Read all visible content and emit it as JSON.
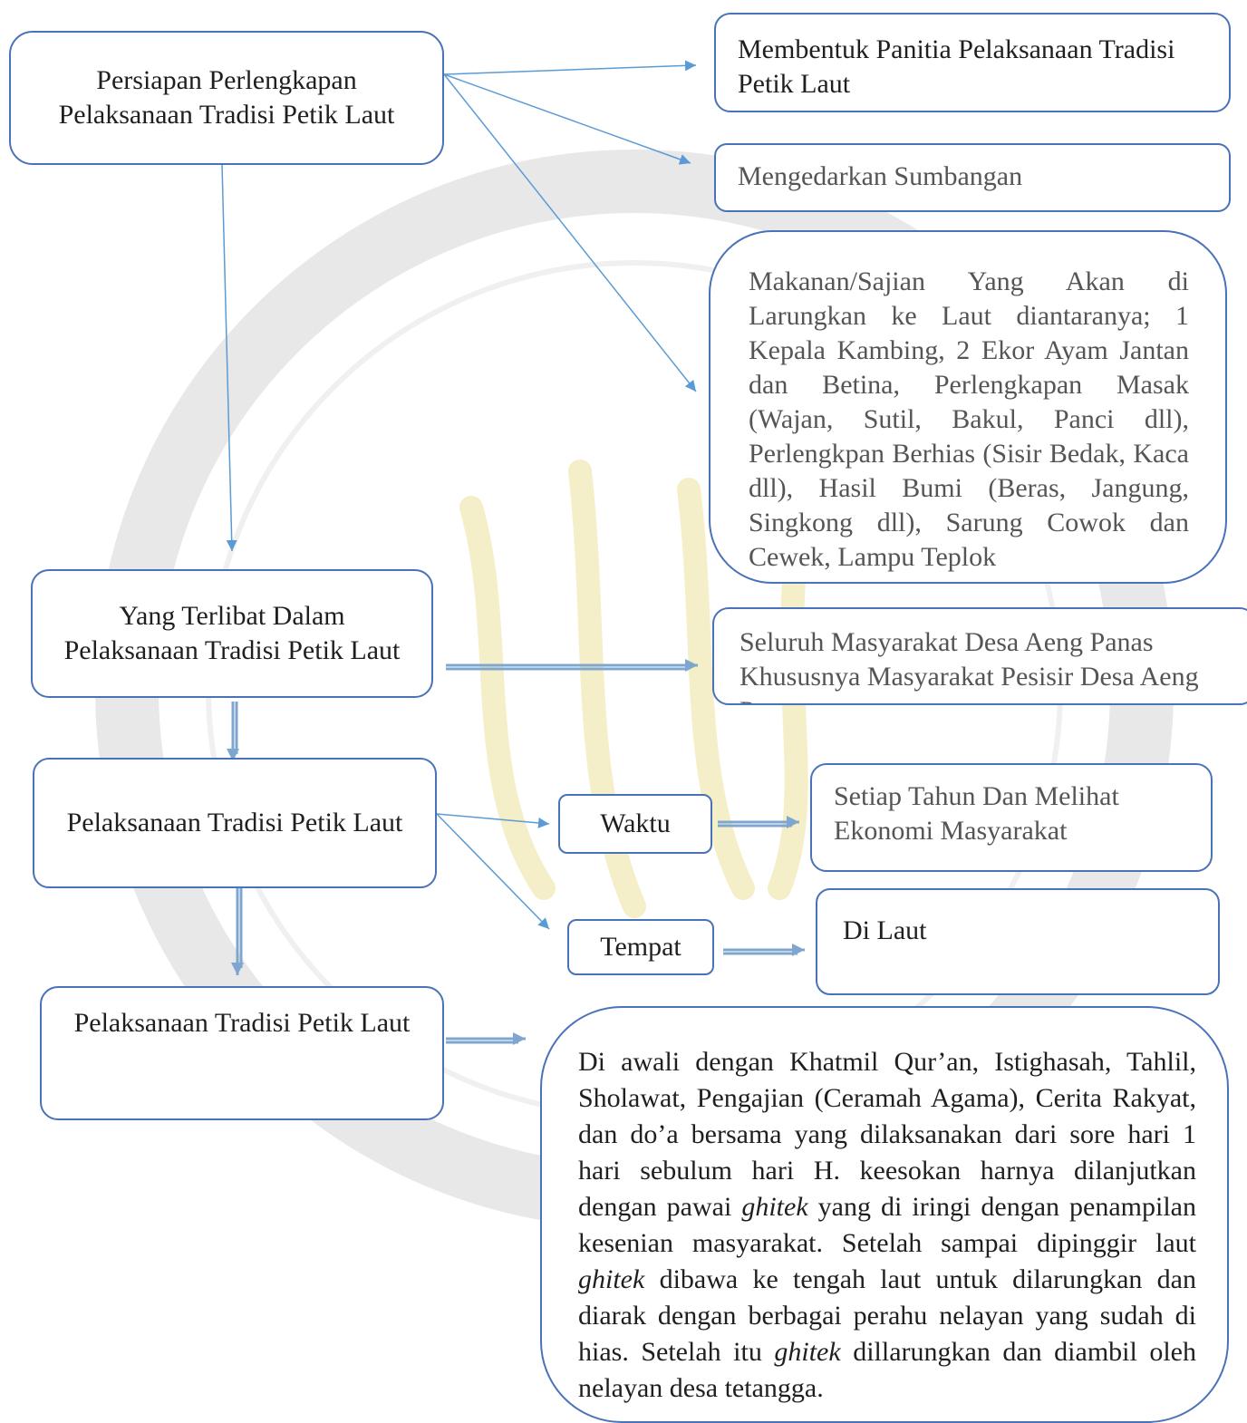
{
  "nodes": {
    "persiapan": "Persiapan Perlengkapan Pelaksanaan Tradisi Petik Laut",
    "panitia": "Membentuk Panitia Pelaksanaan Tradisi Petik Laut",
    "sumbangan": "Mengedarkan Sumbangan",
    "makanan": "Makanan/Sajian Yang Akan di Larungkan ke Laut diantaranya; 1 Kepala Kambing, 2 Ekor Ayam Jantan dan Betina, Perlengkapan Masak (Wajan, Sutil, Bakul, Panci dll), Perlengkpan Berhias (Sisir Bedak, Kaca dll), Hasil Bumi (Beras, Jangung, Singkong dll), Sarung Cowok dan Cewek, Lampu Teplok",
    "terlibat": "Yang Terlibat Dalam Pelaksanaan Tradisi Petik Laut",
    "masyarakat": "Seluruh Masyarakat Desa Aeng Panas Khususnya Masyarakat Pesisir Desa Aeng Panas",
    "pelaksanaan1": "Pelaksanaan Tradisi Petik Laut",
    "waktu": "Waktu",
    "waktu_detail": "Setiap Tahun Dan Melihat Ekonomi Masyarakat",
    "tempat": "Tempat",
    "tempat_detail": "Di Laut",
    "pelaksanaan2": "Pelaksanaan Tradisi Petik Laut",
    "rangkaian": {
      "p1": "Di awali dengan Khatmil Qur’an, Istighasah, Tahlil, Sholawat, Pengajian (Ceramah Agama), Cerita Rakyat, dan do’a bersama yang dilaksanakan dari sore hari 1 hari sebulum hari H. keesokan harnya dilanjutkan dengan pawai ",
      "i1": "ghitek",
      "p2": " yang di iringi dengan penampilan kesenian masyarakat. Setelah sampai dipinggir laut ",
      "i2": "ghitek",
      "p3": " dibawa ke tengah laut untuk dilarungkan dan diarak dengan berbagai perahu nelayan yang sudah di hias. Setelah itu ",
      "i3": "ghitek",
      "p4": " dillarungkan dan diambil oleh nelayan desa tetangga."
    }
  },
  "colors": {
    "border": "#4a72b8",
    "arrow": "#5b9bd5",
    "watermark": "#d9c95a"
  }
}
